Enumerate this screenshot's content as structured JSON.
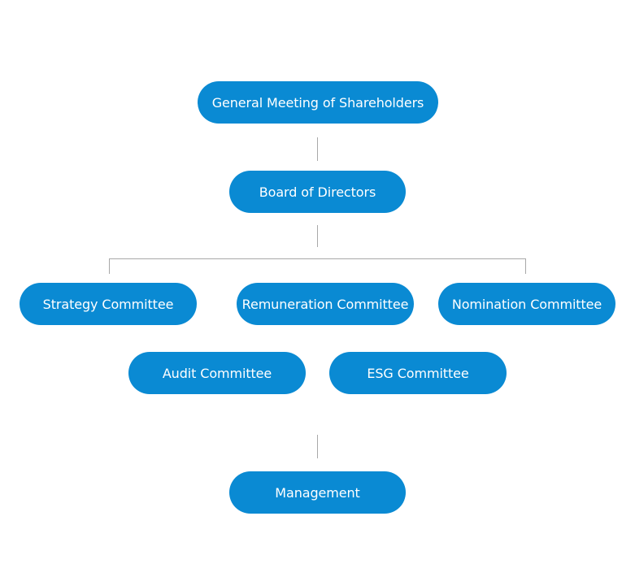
{
  "nodes": {
    "general_meeting": "General Meeting of Shareholders",
    "board": "Board of Directors",
    "strategy": "Strategy Committee",
    "remuneration": "Remuneration Committee",
    "nomination": "Nomination Committee",
    "audit": "Audit Committee",
    "esg": "ESG Committee",
    "management": "Management"
  },
  "colors": {
    "node_fill": "#0a8ad3",
    "node_text": "#ffffff",
    "connector": "#a8a8a8"
  }
}
